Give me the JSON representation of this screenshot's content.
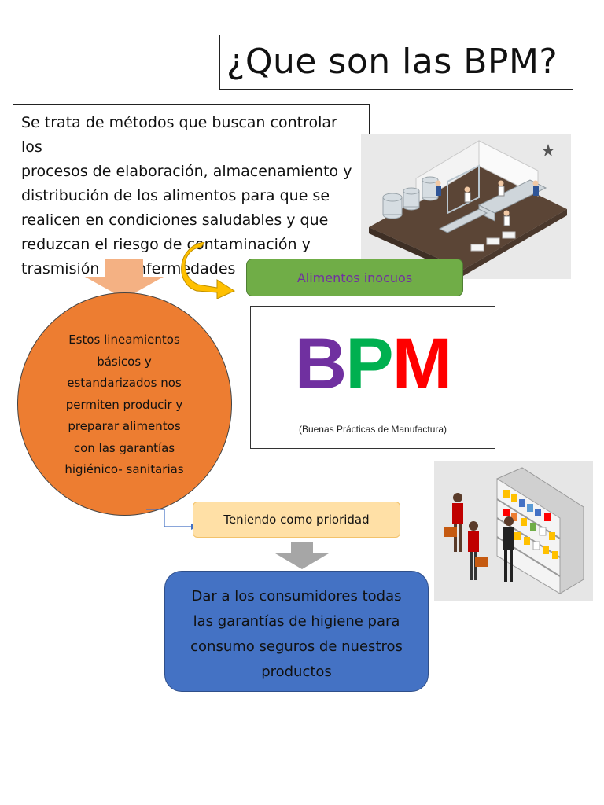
{
  "title": "¿Que son las BPM?",
  "definition": {
    "lines": [
      "Se trata de métodos que buscan controlar los",
      "procesos de elaboración, almacenamiento y",
      "distribución de los alimentos para que se",
      "realicen en condiciones saludables y que",
      "reduzcan el riesgo de contaminación y",
      "trasmisión de enfermedades"
    ]
  },
  "inocuos_label": "Alimentos inocuos",
  "bpm": {
    "letter_b": "B",
    "letter_p": "P",
    "letter_m": "M",
    "subtitle": "(Buenas Prácticas de Manufactura)",
    "colors": {
      "b": "#7030a0",
      "p": "#00b050",
      "m": "#ff0000"
    }
  },
  "circle": {
    "lines": [
      "Estos lineamientos",
      "básicos y",
      "estandarizados nos",
      "permiten producir y",
      "preparar alimentos",
      "con las garantías",
      "higiénico- sanitarias"
    ]
  },
  "priority_label": "Teniendo como prioridad",
  "goal": {
    "lines": [
      "Dar a los consumidores todas",
      "las garantías de higiene para",
      "consumo seguros de nuestros",
      "productos"
    ]
  },
  "icons": {
    "factory": "factory-illustration-icon",
    "shop": "supermarket-illustration-icon",
    "down_arrow": "down-arrow-icon",
    "curved_arrow": "curved-arrow-icon"
  },
  "colors": {
    "inocuos_bg": "#70ad47",
    "inocuos_text": "#7030a0",
    "circle_bg": "#ed7d31",
    "priority_bg": "#ffe0a6",
    "goal_bg": "#4472c4",
    "salmon_arrow": "#f4b183",
    "curved_arrow": "#ffc000",
    "gray_arrow": "#a6a6a6"
  }
}
